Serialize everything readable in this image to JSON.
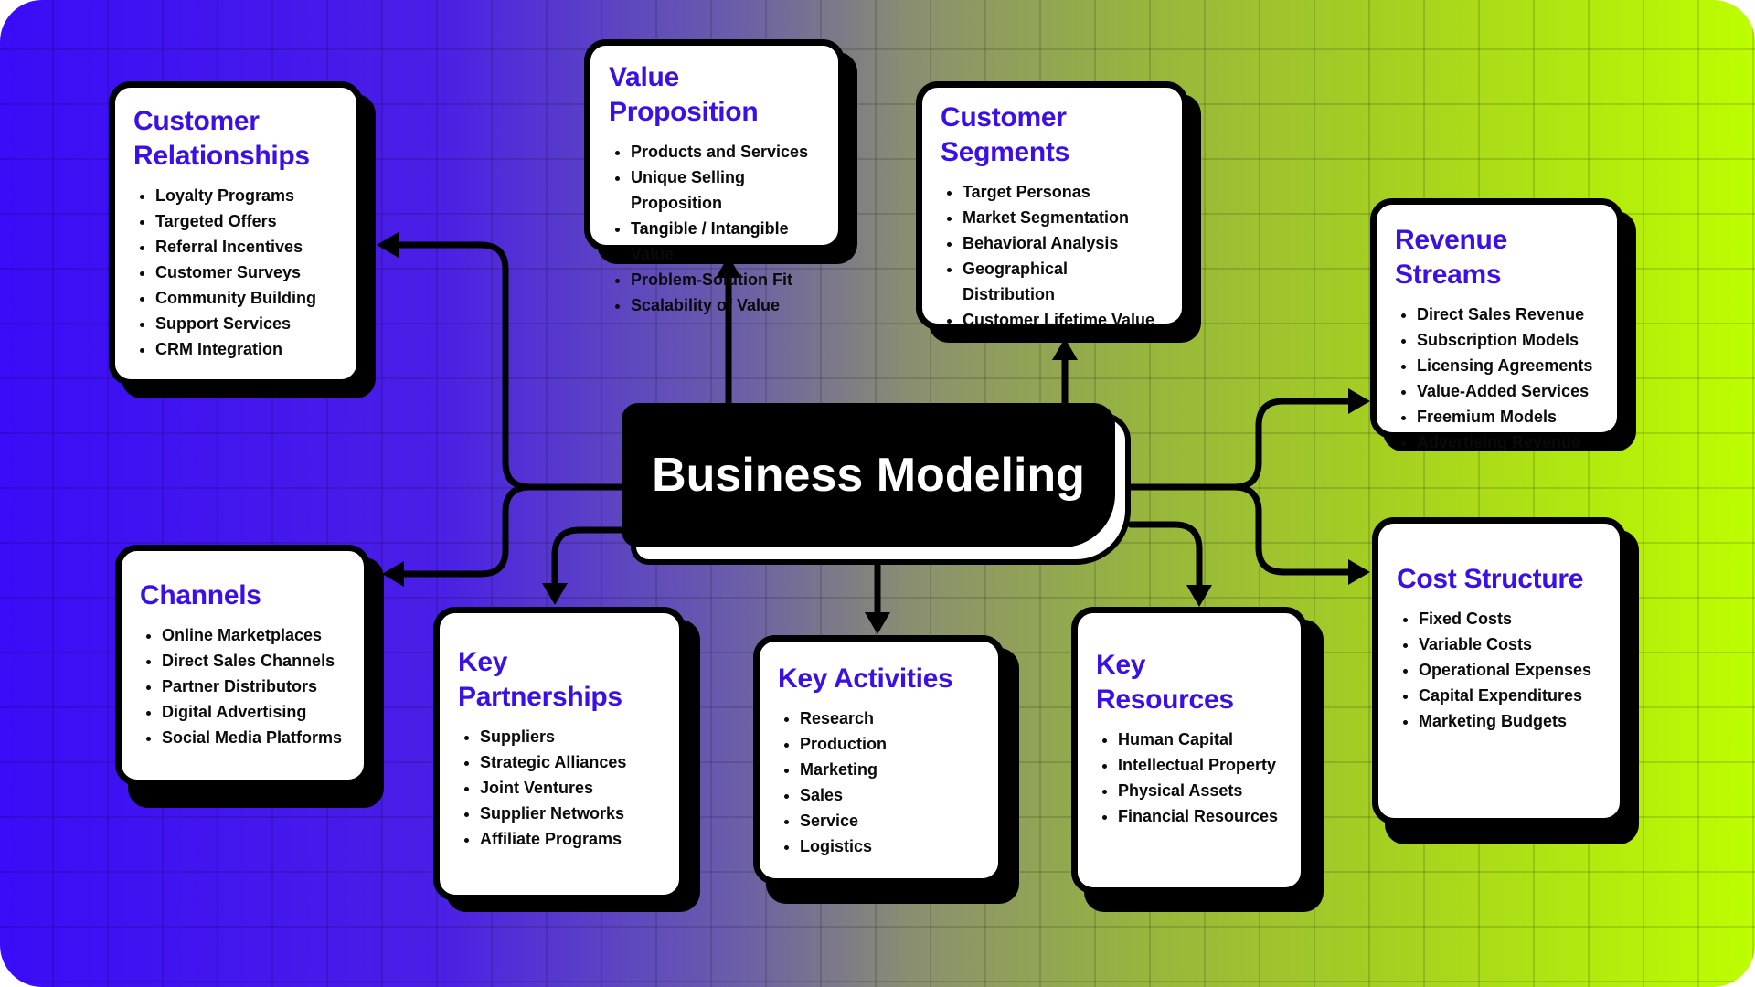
{
  "diagram": {
    "title": "Business Modeling",
    "accent_color": "#3b10e6",
    "background_gradient": [
      "#3a0cf7",
      "#bdfe00"
    ],
    "nodes": {
      "customer_relationships": {
        "title": "Customer Relationships",
        "items": [
          "Loyalty Programs",
          "Targeted Offers",
          "Referral Incentives",
          "Customer Surveys",
          "Community Building",
          "Support Services",
          "CRM Integration"
        ]
      },
      "value_proposition": {
        "title": "Value Proposition",
        "items": [
          "Products and Services",
          "Unique Selling Proposition",
          "Tangible / Intangible Value",
          "Problem-Solution Fit",
          "Scalability of Value"
        ]
      },
      "customer_segments": {
        "title": "Customer Segments",
        "items": [
          "Target Personas",
          "Market Segmentation",
          "Behavioral Analysis",
          "Geographical Distribution",
          "Customer Lifetime Value"
        ]
      },
      "revenue_streams": {
        "title": "Revenue Streams",
        "items": [
          "Direct Sales Revenue",
          "Subscription Models",
          "Licensing Agreements",
          "Value-Added Services",
          "Freemium Models",
          "Advertising Revenue"
        ]
      },
      "cost_structure": {
        "title": "Cost Structure",
        "items": [
          "Fixed Costs",
          "Variable Costs",
          "Operational Expenses",
          "Capital Expenditures",
          "Marketing Budgets"
        ]
      },
      "channels": {
        "title": "Channels",
        "items": [
          "Online Marketplaces",
          "Direct Sales Channels",
          "Partner Distributors",
          "Digital Advertising",
          "Social Media Platforms"
        ]
      },
      "key_partnerships": {
        "title": "Key Partnerships",
        "items": [
          "Suppliers",
          "Strategic Alliances",
          "Joint Ventures",
          "Supplier Networks",
          "Affiliate Programs"
        ]
      },
      "key_activities": {
        "title": "Key Activities",
        "items": [
          "Research",
          "Production",
          "Marketing",
          "Sales",
          "Service",
          "Logistics"
        ]
      },
      "key_resources": {
        "title": "Key Resources",
        "items": [
          "Human Capital",
          "Intellectual Property",
          "Physical Assets",
          "Financial Resources"
        ]
      }
    },
    "edges": [
      {
        "from": "Business Modeling",
        "to": "Customer Relationships"
      },
      {
        "from": "Business Modeling",
        "to": "Channels"
      },
      {
        "from": "Business Modeling",
        "to": "Value Proposition"
      },
      {
        "from": "Business Modeling",
        "to": "Customer Segments"
      },
      {
        "from": "Business Modeling",
        "to": "Revenue Streams"
      },
      {
        "from": "Business Modeling",
        "to": "Cost Structure"
      },
      {
        "from": "Business Modeling",
        "to": "Key Partnerships"
      },
      {
        "from": "Business Modeling",
        "to": "Key Activities"
      },
      {
        "from": "Business Modeling",
        "to": "Key Resources"
      }
    ]
  }
}
